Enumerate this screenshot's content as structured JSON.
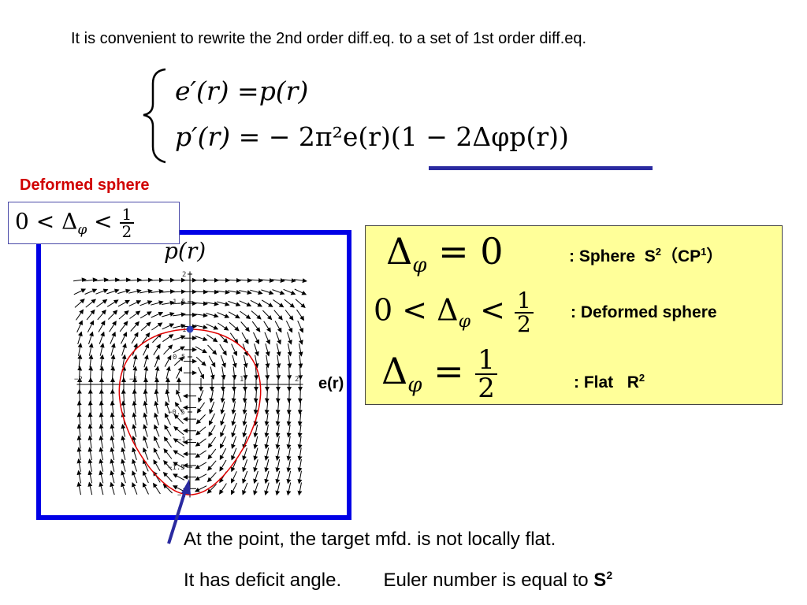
{
  "intro_text": "It is convenient to rewrite the 2nd order diff.eq. to a set of 1st order diff.eq.",
  "system": {
    "eq1_lhs": "e′(r) =",
    "eq1_rhs": "p(r)",
    "eq2_lhs": "p′(r) =",
    "eq2_rhs": "− 2π²e(r)(1 − 2Δφp(r))"
  },
  "deformed_title": "Deformed sphere",
  "condition": {
    "left": "0 <",
    "delta": "Δ",
    "phi": "φ",
    "lt": "<",
    "num": "1",
    "den": "2"
  },
  "plot": {
    "y_label": "p(r)",
    "x_label": "e(r)",
    "x_ticks": [
      "−2",
      "−1",
      "1",
      "2"
    ],
    "y_ticks": [
      "2",
      "1.5",
      "1",
      "0.5",
      "−0.5",
      "−1",
      "−1.5",
      "−2"
    ],
    "curve_color": "#e00000",
    "point_color": "#2b3fb8"
  },
  "cases": [
    {
      "math": "Δφ = 0",
      "label": ": Sphere",
      "extra": "S",
      "sup": "2",
      "paren": "（CP",
      "paren_sup": "1",
      "close": "）"
    },
    {
      "math": "0 < Δφ < 1/2",
      "label": ": Deformed sphere"
    },
    {
      "math": "Δφ = 1/2",
      "label": ": Flat",
      "extra": "R",
      "sup": "2"
    }
  ],
  "notes": {
    "line1": "At the point, the target mfd. is not locally flat.",
    "line2a": "It has deficit angle.",
    "line2b": "Euler number is equal to",
    "line2b_bold": "S",
    "line2b_sup": "2"
  },
  "colors": {
    "frame": "#0000e6",
    "underline": "#2a2aa0",
    "yellow": "#ffff99",
    "red": "#d00000",
    "arrow": "#2a2aa0"
  }
}
